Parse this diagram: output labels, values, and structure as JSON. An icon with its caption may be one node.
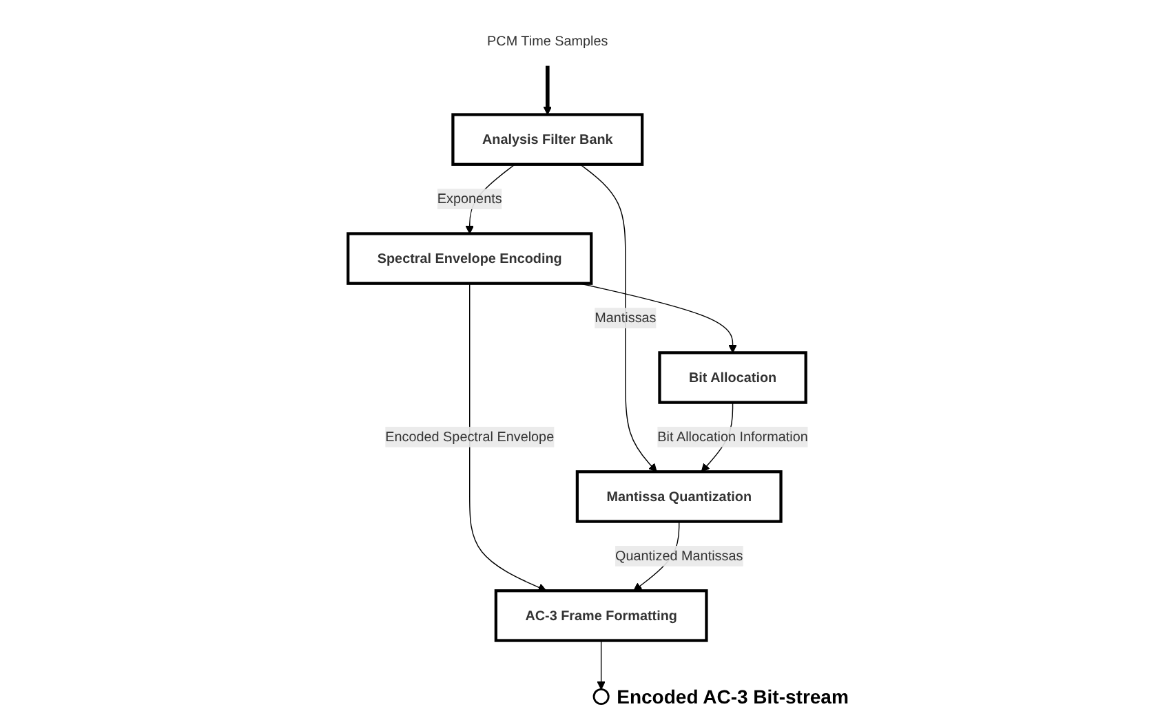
{
  "diagram": {
    "nodes": [
      {
        "text": [
          "PCM Time Samples"
        ]
      },
      {
        "text": [
          "Analysis Filter Bank"
        ]
      },
      {
        "text": [
          "Spectral Envelope Encoding"
        ]
      },
      {
        "text": [
          "Bit Allocation"
        ]
      },
      {
        "text": [
          "Mantissa Quantization"
        ]
      },
      {
        "text": [
          "AC-3 Frame Formatting"
        ]
      },
      {
        "text": [],
        "shape": "circle",
        "beside": [
          "Encoded AC-3 Bit-stream"
        ]
      }
    ],
    "edges": [
      {
        "from": 0,
        "to": 1,
        "arrow": "to",
        "style": "thick"
      },
      {
        "from": 1,
        "to": 2,
        "arrow": "to",
        "label": "Exponents"
      },
      {
        "from": 2,
        "to": 3,
        "arrow": "to"
      },
      {
        "from": 1,
        "to": 4,
        "arrow": "to",
        "label": "Mantissas"
      },
      {
        "from": 3,
        "to": 4,
        "arrow": "to",
        "label": "Bit Allocation Information"
      },
      {
        "from": 2,
        "to": 5,
        "arrow": "to",
        "label": "Encoded Spectral Envelope"
      },
      {
        "from": 4,
        "to": 5,
        "arrow": "to",
        "label": "Quantized Mantissas"
      },
      {
        "from": 5,
        "to": 6,
        "arrow": "to"
      }
    ]
  }
}
